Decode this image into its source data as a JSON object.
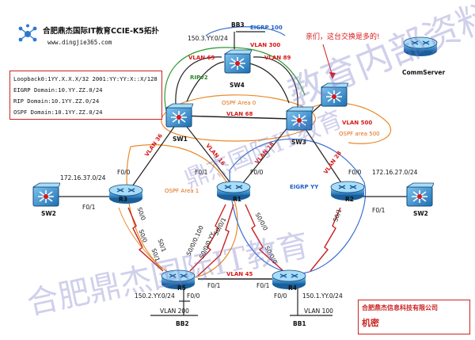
{
  "header": {
    "title": "合肥鼎杰国际IT教育CCIE-K5拓扑",
    "url": "www.dingjie365.com"
  },
  "info_box": [
    "Loopback0:1YY.X.X.X/32  2001:YY:YY:X::X/128",
    "EIGRP Domain:10.YY.ZZ.0/24",
    "RIP Domain:10.1YY.ZZ.0/24",
    "OSPF Domain:10.1YY.ZZ.0/24"
  ],
  "annotation": "亲们，这台交换是多的!",
  "devices": {
    "sw4": "SW4",
    "sw1": "SW1",
    "sw3": "SW3",
    "r1": "R1",
    "r2": "R2",
    "r3": "R3",
    "r4": "R4",
    "r5": "R5",
    "sw2_left": "SW2",
    "sw2_right": "SW2",
    "comm": "CommServer"
  },
  "networks": {
    "bb3": "BB3",
    "bb3_net": "150.3.YY.0/24",
    "bb2": "BB2",
    "bb2_net": "150.2.YY.0/24",
    "bb1": "BB1",
    "bb1_net": "150.1.YY.0/24",
    "vlan200": "VLAN 200",
    "vlan100": "VLAN 100",
    "net_left": "172.16.37.0/24",
    "net_right": "172.16.27.0/24"
  },
  "vlans": {
    "v300": "VLAN 300",
    "v69": "VLAN 69",
    "v89": "VLAN 89",
    "v68": "VLAN 68",
    "v36": "VLAN 36",
    "v16": "VLAN 16",
    "v18": "VLAN 18",
    "v28": "VLAN 28",
    "v500": "VLAN 500",
    "v45": "VLAN 45"
  },
  "protocols": {
    "eigrp100": "EIGRP 100",
    "ripv2": "RIPv2",
    "ospf0": "OSPF Area 0",
    "ospf500": "OSPF area 500",
    "ospf1": "OSPF Area 1",
    "eigrpyy": "EIGRP YY"
  },
  "interfaces": {
    "r3_f00": "F0/0",
    "r3_f01": "F0/1",
    "r3_s00": "S0/0",
    "r3_s01": "S0/1",
    "r1_f01": "F0/1",
    "r1_f00": "F0/0",
    "r1_s000": "S0/0/0",
    "r1_s001": "S0/0/1",
    "r1_s0000": "S0/0/0.100",
    "r1_s0001": "S0/0/0.YY",
    "r2_f00": "F0/0",
    "r2_f01": "F0/1",
    "r2_s01": "S0/1",
    "r4_s000": "S0/0/0",
    "r4_f00": "F0/0",
    "r4_f01": "F0/1",
    "r5_s01": "S0/1",
    "r5_s00": "S0/0",
    "r5_f01": "F0/1",
    "r5_f00": "F0/0",
    "r5_s0100": "S0/0/0.100",
    "r5_s0yy": "S0/0/0.YY",
    "r5_s00a": "S0/0/0"
  },
  "company": {
    "name": "合肥鼎杰信息科技有限公司",
    "tag": "机密"
  },
  "watermark": {
    "right": "教育内部资料",
    "bottom": "合肥鼎杰国际IT教育",
    "center": "鼎杰国际IT教育"
  }
}
